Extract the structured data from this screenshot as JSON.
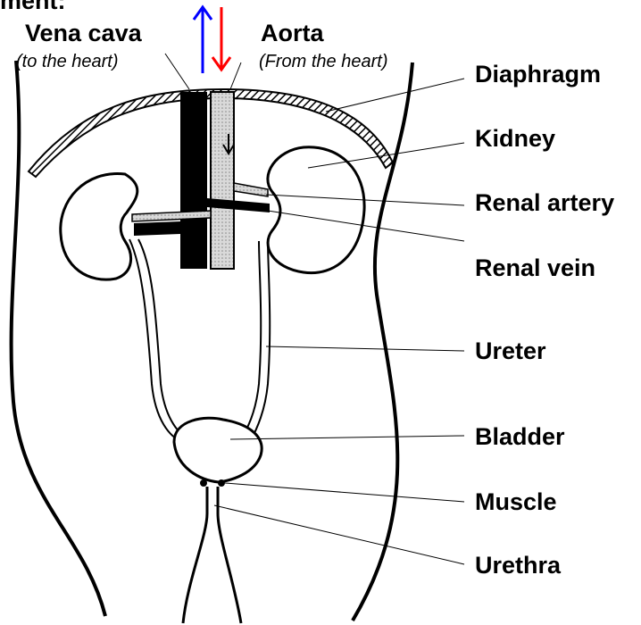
{
  "top_cut_text": "ment:",
  "header": {
    "vena_cava": {
      "title": "Vena cava",
      "subtitle": "(to the heart)"
    },
    "aorta": {
      "title": "Aorta",
      "subtitle": "(From the heart)"
    }
  },
  "labels": {
    "diaphragm": "Diaphragm",
    "kidney": "Kidney",
    "renal_artery": "Renal artery",
    "renal_vein": "Renal vein",
    "ureter": "Ureter",
    "bladder": "Bladder",
    "muscle": "Muscle",
    "urethra": "Urethra"
  },
  "colors": {
    "arrow_up": "#0000ff",
    "arrow_down": "#ff0000",
    "outline": "#000000",
    "aorta_fill": "#d6d6d6"
  }
}
